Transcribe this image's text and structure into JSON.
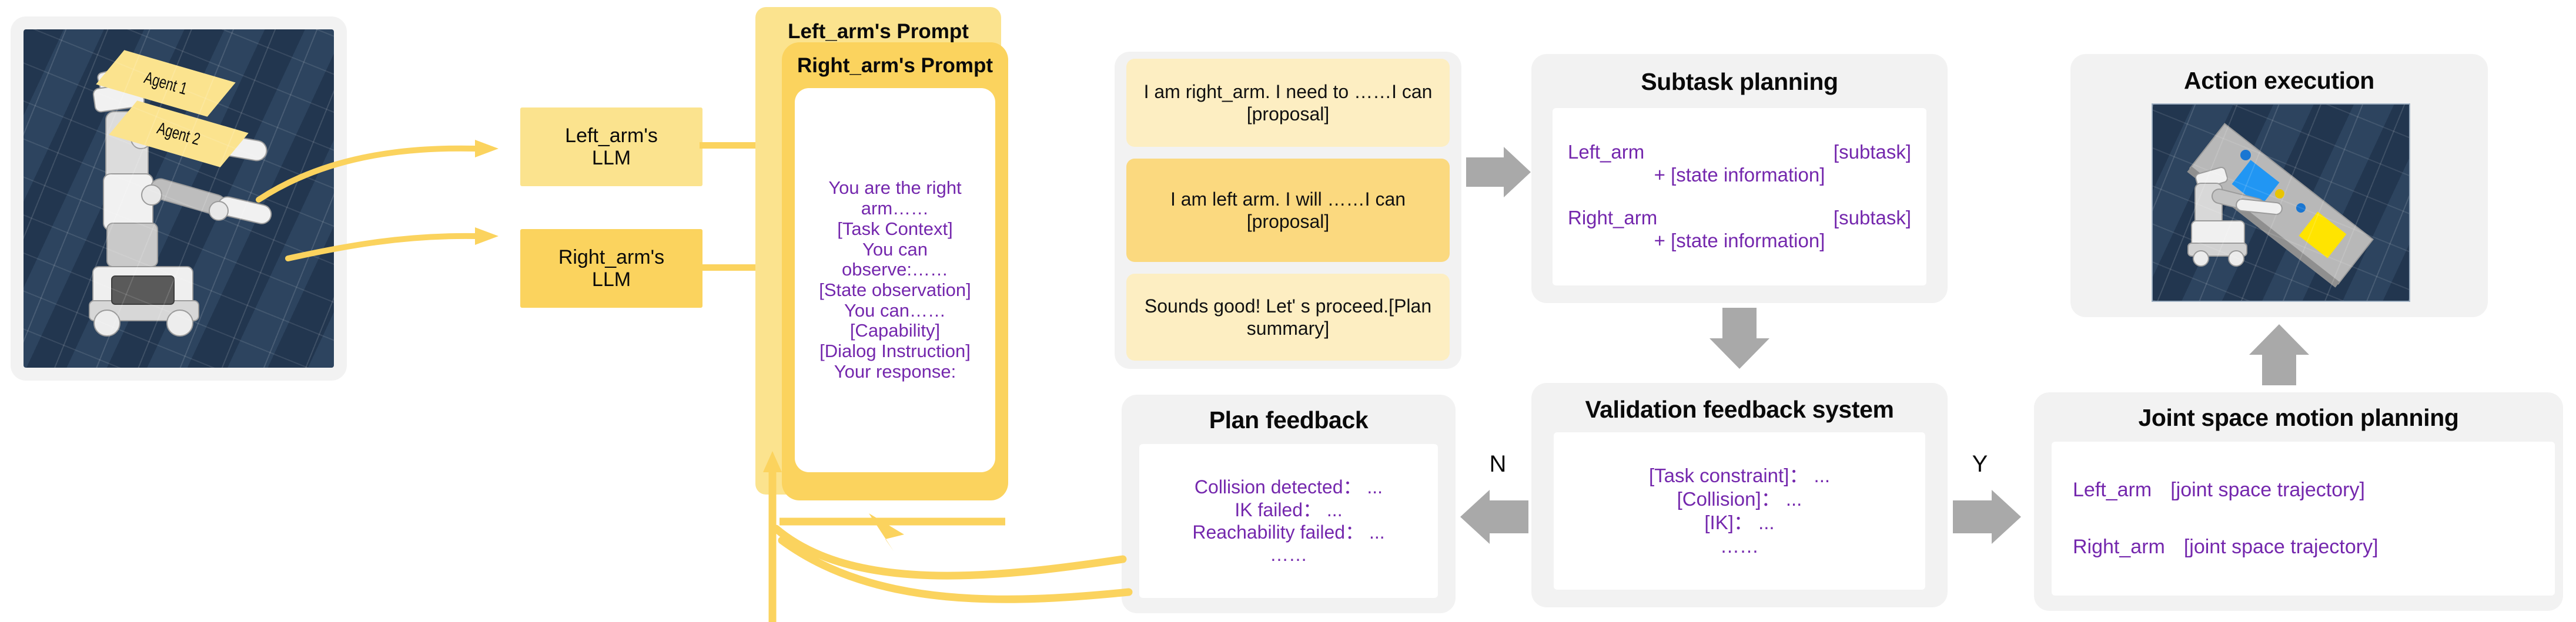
{
  "simulation": {
    "label": "dual-arm-mobile-robot-simulation",
    "agent_tags": [
      {
        "label": "Agent 1"
      },
      {
        "label": "Agent 2"
      }
    ]
  },
  "llm_blocks": [
    {
      "label": "Left_arm's\nLLM",
      "name": "left-arm-llm"
    },
    {
      "label": "Right_arm's\nLLM",
      "name": "right-arm-llm"
    }
  ],
  "prompts": {
    "back_title": "Left_arm's Prompt",
    "front_title": "Right_arm's Prompt",
    "body_lines": [
      "You are the right",
      "arm……",
      "[Task Context]",
      "You can",
      "observe:……",
      "[State observation]",
      "You can……",
      "[Capability]",
      "[Dialog Instruction]",
      "Your response:"
    ]
  },
  "dialogue": {
    "bubbles": [
      {
        "text": "I am right_arm. I need to ……I can [proposal]",
        "style": "a"
      },
      {
        "text": "I am left arm. I will ……I can [proposal]",
        "style": "b"
      },
      {
        "text": "Sounds good! Let' s proceed.[Plan summary]",
        "style": "a"
      }
    ]
  },
  "subtask_planning": {
    "title": "Subtask planning",
    "rows": [
      {
        "arm": "Left_arm",
        "task": "[subtask]",
        "extra": "+ [state information]"
      },
      {
        "arm": "Right_arm",
        "task": "[subtask]",
        "extra": "+ [state information]"
      }
    ]
  },
  "action_execution": {
    "title": "Action execution",
    "scene": "robot-arm-pick-place-scene"
  },
  "validation": {
    "title": "Validation feedback system",
    "lines": [
      "[Task constraint]： ...",
      "[Collision]： ...",
      "[IK]： ...",
      "……"
    ]
  },
  "plan_feedback": {
    "title": "Plan feedback",
    "lines": [
      "Collision detected： ...",
      "IK failed： ...",
      "Reachability failed： ...",
      "……"
    ]
  },
  "joint_space": {
    "title": "Joint space motion planning",
    "rows": [
      {
        "arm": "Left_arm",
        "traj": "[joint space trajectory]"
      },
      {
        "arm": "Right_arm",
        "traj": "[joint space trajectory]"
      }
    ]
  },
  "branch_labels": {
    "no": "N",
    "yes": "Y"
  },
  "colors": {
    "panel_bg": "#f2f2f2",
    "prompt_light": "#fbe38e",
    "prompt_dark": "#fbd35e",
    "purple_text": "#7427ad",
    "arrow_grey": "#a9a9a9",
    "arrow_yellow": "#fbd35e",
    "bubble_light": "#fdeec2",
    "bubble_dark": "#fbd97f"
  }
}
